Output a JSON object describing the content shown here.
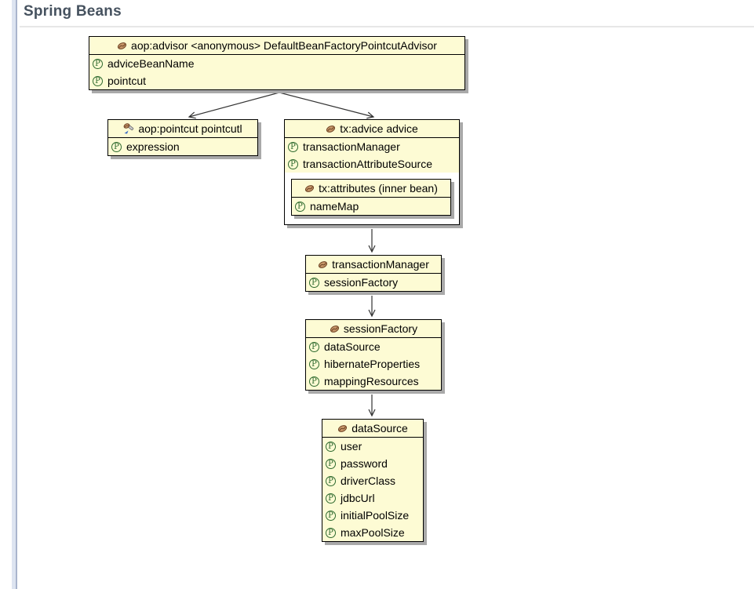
{
  "page": {
    "title": "Spring Beans"
  },
  "diagram": {
    "beans": [
      {
        "id": "advisor",
        "icon": "bean-icon",
        "header": "aop:advisor <anonymous> DefaultBeanFactoryPointcutAdvisor",
        "properties": [
          "adviceBeanName",
          "pointcut"
        ]
      },
      {
        "id": "pointcut",
        "icon": "pointcut-icon",
        "header": "aop:pointcut pointcutl",
        "properties": [
          "expression"
        ]
      },
      {
        "id": "tx-advice",
        "icon": "bean-icon",
        "header": "tx:advice advice",
        "properties": [
          "transactionManager",
          "transactionAttributeSource"
        ],
        "inner": {
          "icon": "bean-icon",
          "header": "tx:attributes (inner bean)",
          "properties": [
            "nameMap"
          ]
        }
      },
      {
        "id": "transactionManager",
        "icon": "bean-icon",
        "header": "transactionManager",
        "properties": [
          "sessionFactory"
        ]
      },
      {
        "id": "sessionFactory",
        "icon": "bean-icon",
        "header": "sessionFactory",
        "properties": [
          "dataSource",
          "hibernateProperties",
          "mappingResources"
        ]
      },
      {
        "id": "dataSource",
        "icon": "bean-icon",
        "header": "dataSource",
        "properties": [
          "user",
          "password",
          "driverClass",
          "jdbcUrl",
          "initialPoolSize",
          "maxPoolSize"
        ]
      }
    ],
    "edges": [
      {
        "from": "advisor",
        "to": "pointcut"
      },
      {
        "from": "advisor",
        "to": "tx-advice"
      },
      {
        "from": "tx-advice",
        "to": "transactionManager"
      },
      {
        "from": "transactionManager",
        "to": "sessionFactory"
      },
      {
        "from": "sessionFactory",
        "to": "dataSource"
      }
    ]
  },
  "colors": {
    "box_fill": "#fdfbd4",
    "box_border": "#000000",
    "box_shadow": "#a9a9a9",
    "title_text": "#46525f",
    "left_band": "#dde4f1",
    "title_rule": "#e7e7e7",
    "property_icon": "#2f6b2f",
    "bean_icon_fill": "#c59568",
    "bean_icon_stroke": "#6e4324",
    "pointcut_icon_blue": "#3a6bc4",
    "arrow": "#333333"
  }
}
